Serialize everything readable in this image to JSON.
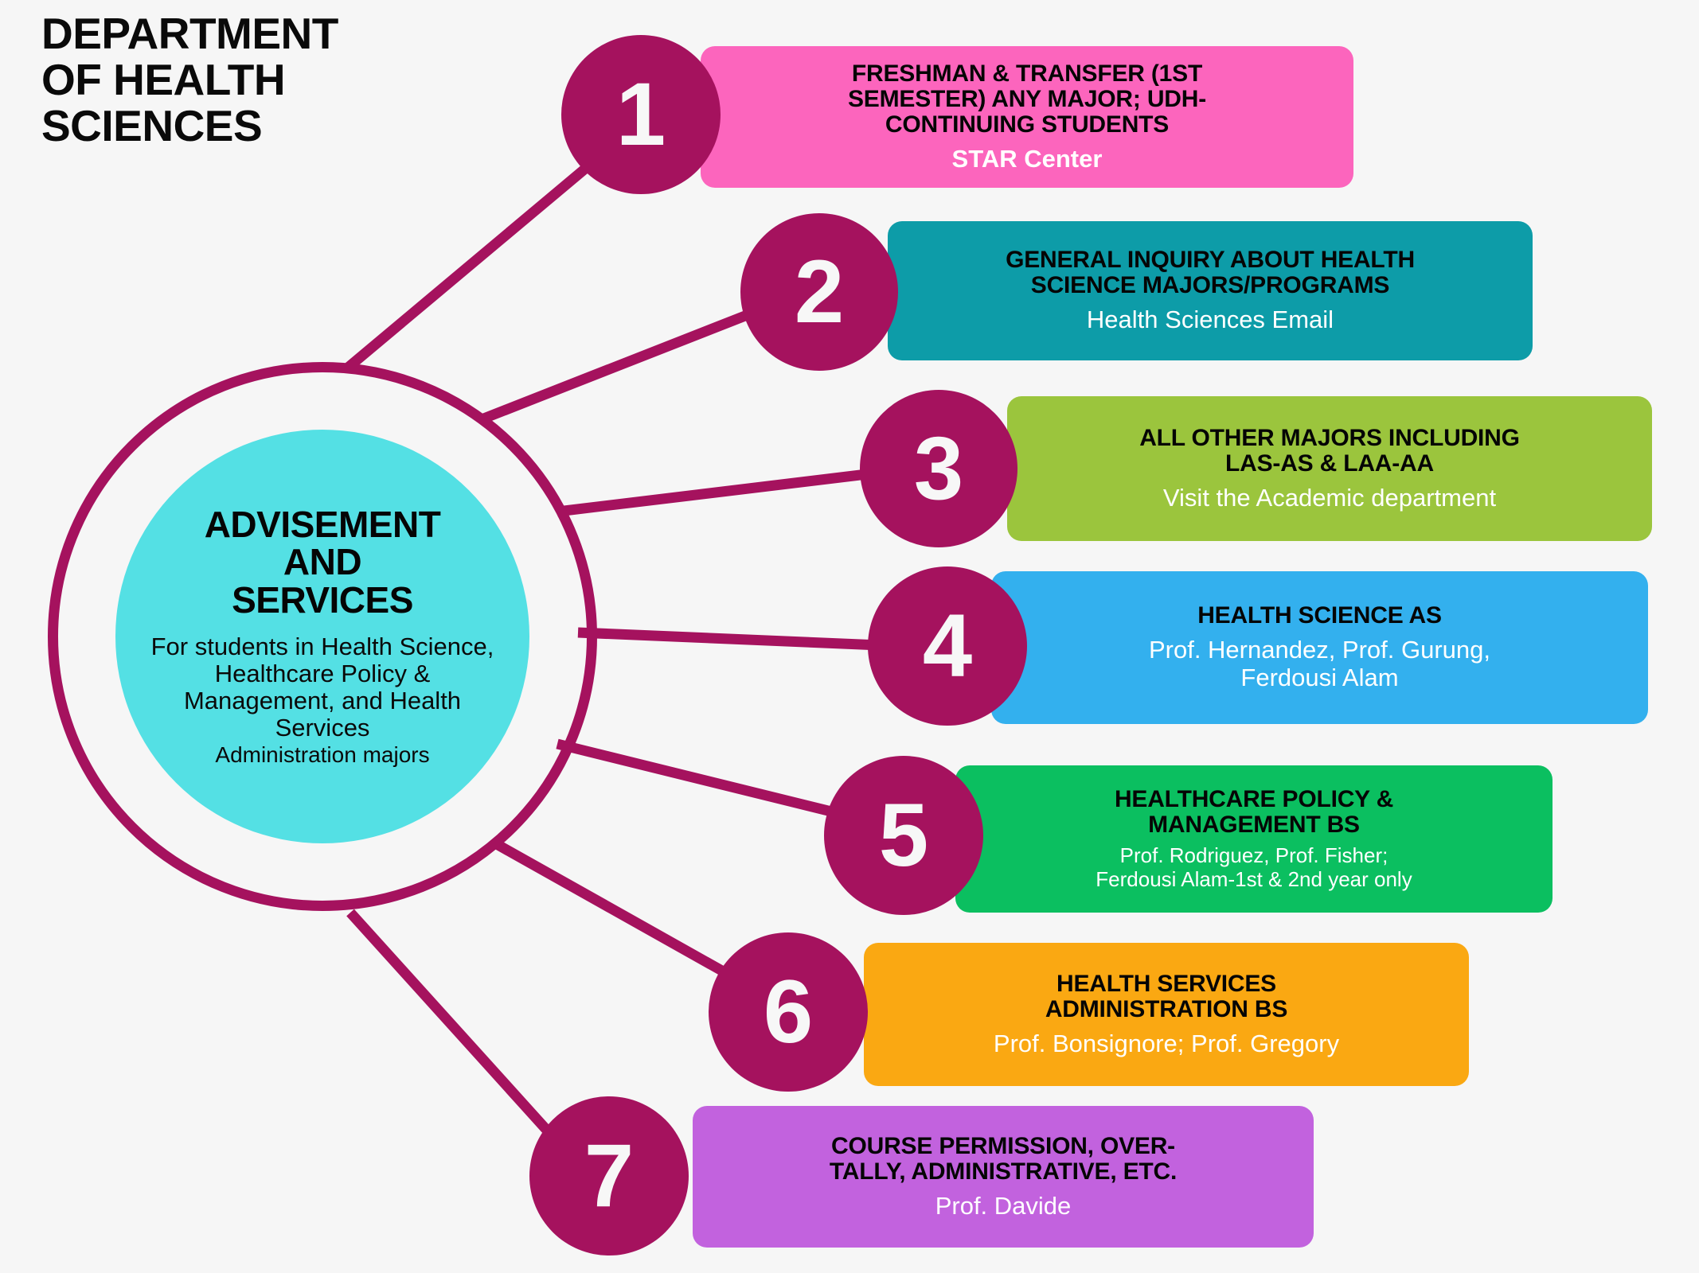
{
  "header": {
    "title": "DEPARTMENT\nOF HEALTH\nSCIENCES"
  },
  "colors": {
    "background": "#f6f6f6",
    "accent_maroon": "#a5125e",
    "hub_cyan": "#54e0e4",
    "row1_pink": "#fc65bd",
    "row2_teal": "#0d9ca8",
    "row3_green": "#9bc53d",
    "row4_blue": "#33b0ee",
    "row5_emerald": "#0bbf60",
    "row6_orange": "#faa812",
    "row7_purple": "#c262de"
  },
  "hub": {
    "title": "ADVISEMENT\nAND\nSERVICES",
    "subtitle": "For students in Health Science, Healthcare Policy & Management, and Health Services",
    "subtitle2": "Administration majors"
  },
  "rows": [
    {
      "number": "1",
      "title": "FRESHMAN & TRANSFER (1ST\nSEMESTER) ANY MAJOR; UDH-\nCONTINUING STUDENTS",
      "subtitle": "STAR Center",
      "subtitle_bold": true,
      "color": "#fc65bd"
    },
    {
      "number": "2",
      "title": "GENERAL INQUIRY ABOUT HEALTH\nSCIENCE MAJORS/PROGRAMS",
      "subtitle": "Health Sciences Email",
      "subtitle_bold": false,
      "color": "#0d9ca8"
    },
    {
      "number": "3",
      "title": "ALL OTHER MAJORS INCLUDING\nLAS-AS & LAA-AA",
      "subtitle": "Visit the Academic department",
      "subtitle_bold": false,
      "color": "#9bc53d"
    },
    {
      "number": "4",
      "title": "HEALTH SCIENCE AS",
      "subtitle": "Prof. Hernandez, Prof. Gurung,\nFerdousi Alam",
      "subtitle_bold": false,
      "color": "#33b0ee"
    },
    {
      "number": "5",
      "title": "HEALTHCARE POLICY &\nMANAGEMENT BS",
      "subtitle": "Prof. Rodriguez, Prof. Fisher;\nFerdousi Alam-1st & 2nd year only",
      "subtitle_bold": false,
      "subtitle_small": true,
      "color": "#0bbf60"
    },
    {
      "number": "6",
      "title": "HEALTH SERVICES\nADMINISTRATION BS",
      "subtitle": "Prof. Bonsignore; Prof. Gregory",
      "subtitle_bold": false,
      "color": "#faa812"
    },
    {
      "number": "7",
      "title": "COURSE PERMISSION, OVER-\nTALLY, ADMINISTRATIVE, ETC.",
      "subtitle": "Prof. Davide",
      "subtitle_bold": false,
      "color": "#c262de"
    }
  ]
}
